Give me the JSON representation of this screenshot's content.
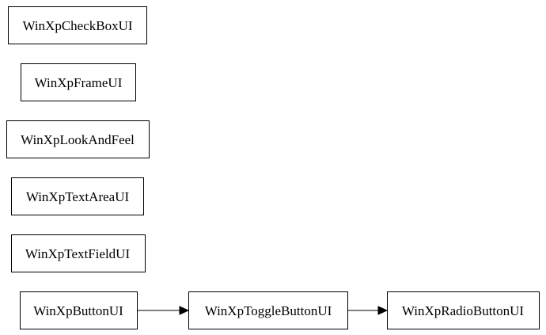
{
  "diagram": {
    "nodes": [
      {
        "id": "checkbox",
        "label": "WinXpCheckBoxUI"
      },
      {
        "id": "frame",
        "label": "WinXpFrameUI"
      },
      {
        "id": "lookandfeel",
        "label": "WinXpLookAndFeel"
      },
      {
        "id": "textarea",
        "label": "WinXpTextAreaUI"
      },
      {
        "id": "textfield",
        "label": "WinXpTextFieldUI"
      },
      {
        "id": "button",
        "label": "WinXpButtonUI"
      },
      {
        "id": "togglebutton",
        "label": "WinXpToggleButtonUI"
      },
      {
        "id": "radiobutton",
        "label": "WinXpRadioButtonUI"
      }
    ],
    "edges": [
      {
        "from": "button",
        "to": "togglebutton"
      },
      {
        "from": "togglebutton",
        "to": "radiobutton"
      }
    ]
  }
}
